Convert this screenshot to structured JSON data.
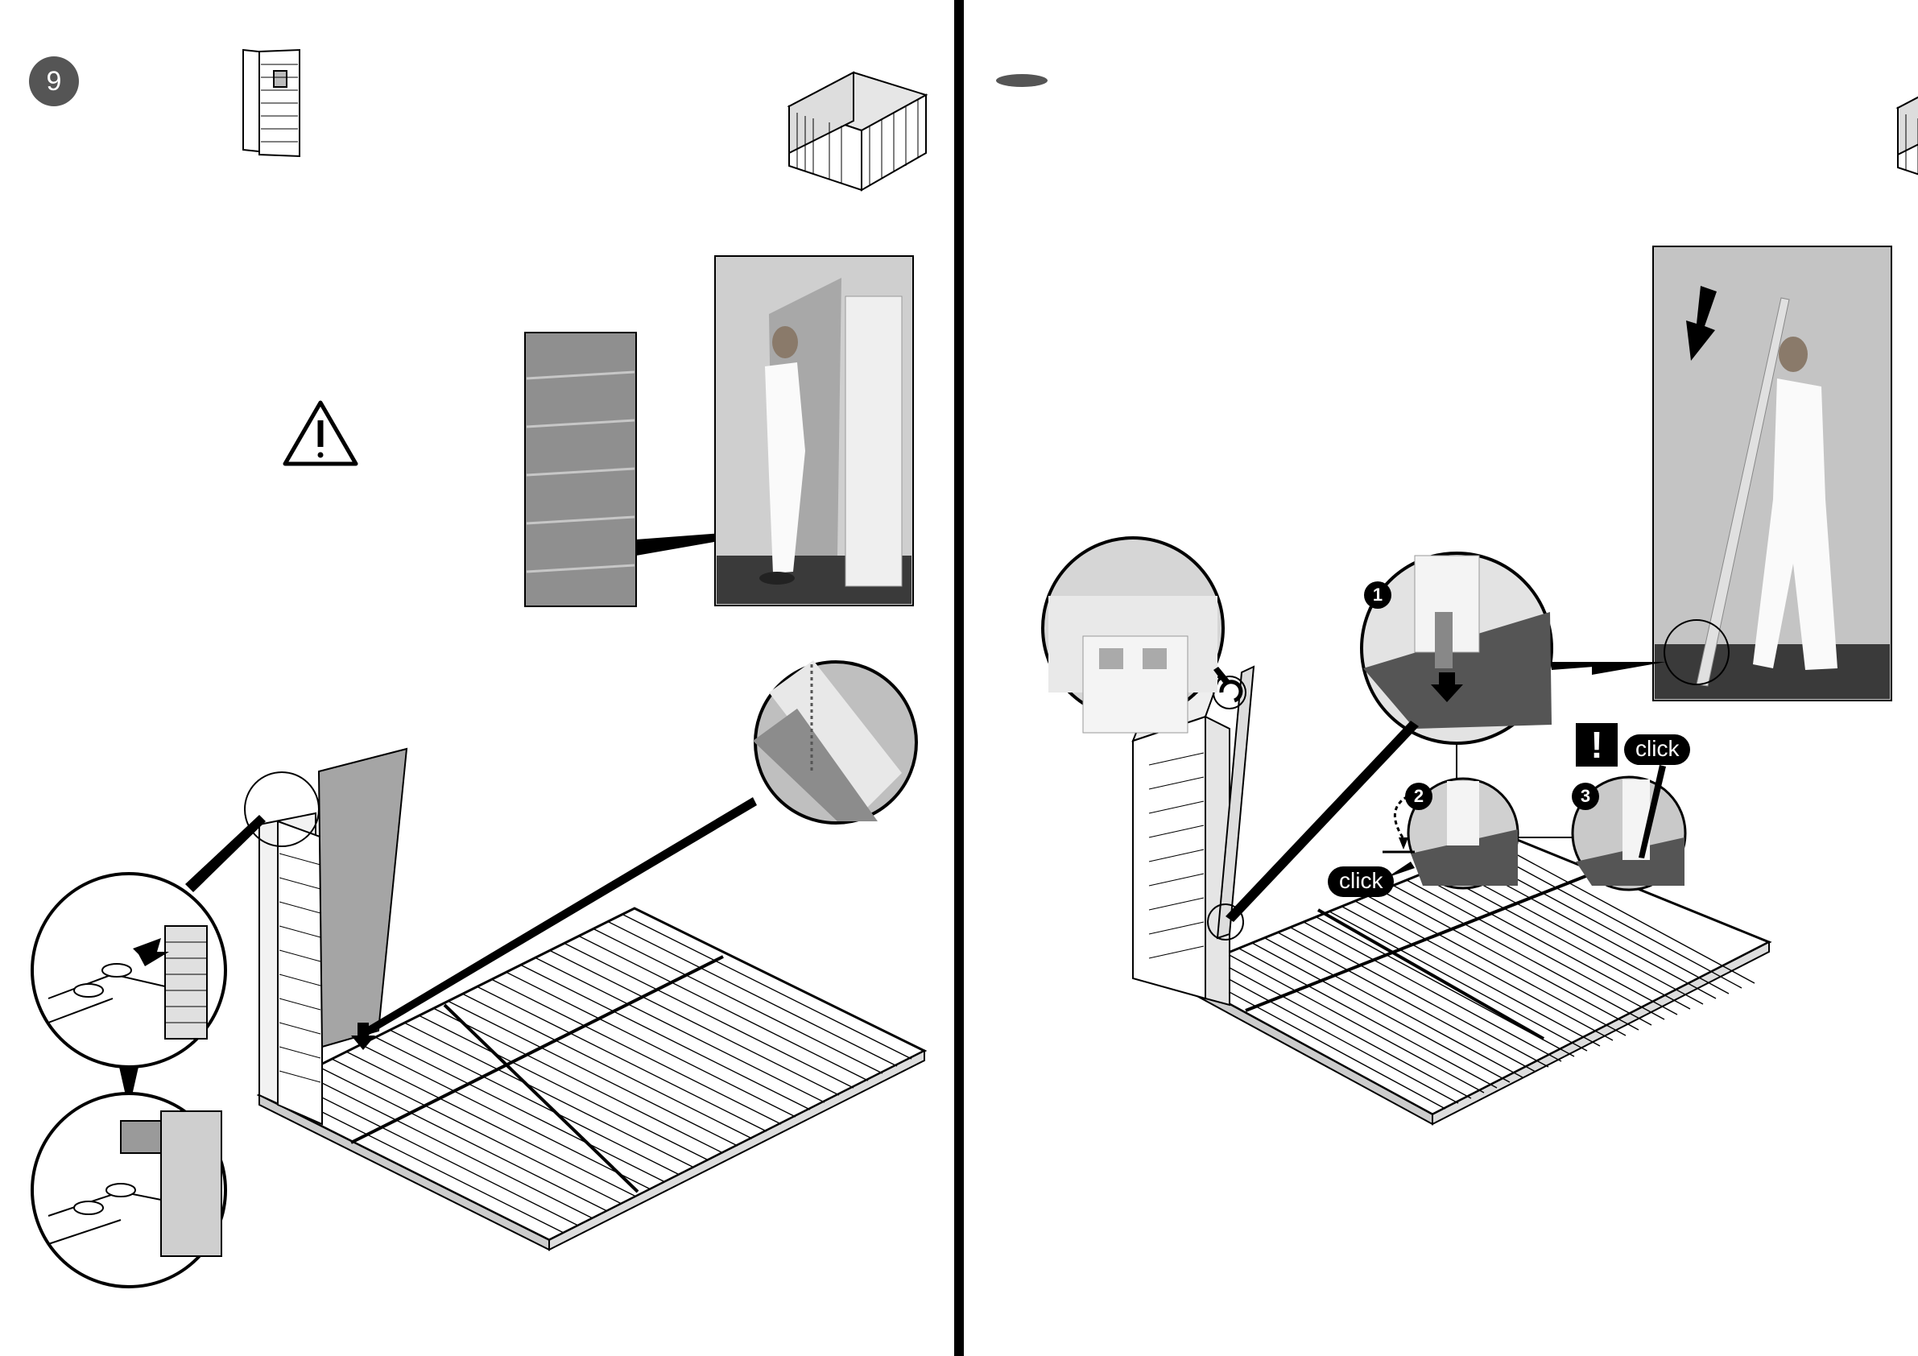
{
  "left_page": {
    "step_number": "9",
    "icons": {
      "panel": "door-panel-icon",
      "shed": "shed-progress-icon",
      "warning": "warning-icon"
    }
  },
  "right_page": {
    "labels": {
      "click_left": "click",
      "click_right": "click",
      "badge_1": "1",
      "badge_2": "2",
      "badge_3": "3",
      "exclamation": "!"
    },
    "icons": {
      "shed": "shed-progress-icon",
      "arrow": "arrow-down-icon"
    }
  },
  "colors": {
    "ink": "#000000",
    "badge_gray": "#555555",
    "panel_gray": "#9a9a9a",
    "photo_bg": "#c9c9c9"
  }
}
